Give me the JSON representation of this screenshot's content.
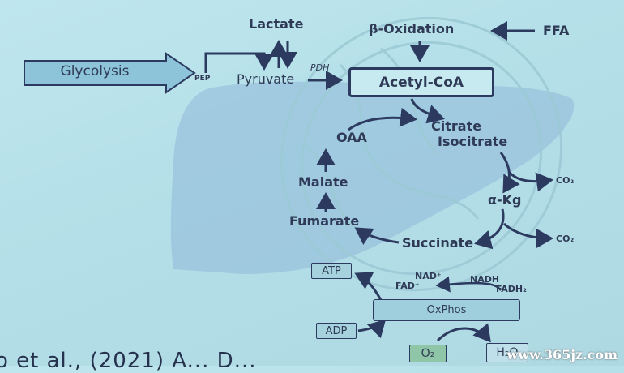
{
  "labels": {
    "glycolysis": "Glycolysis",
    "pep": "PEP",
    "pyruvate": "Pyruvate",
    "lactate": "Lactate",
    "pdh": "PDH",
    "beta_oxidation": "β-Oxidation",
    "ffa": "FFA",
    "acetyl_coa": "Acetyl-CoA",
    "citrate": "Citrate",
    "isocitrate": "Isocitrate",
    "co2_1": "CO₂",
    "alpha_kg": "α-Kg",
    "co2_2": "CO₂",
    "succinate": "Succinate",
    "fumarate": "Fumarate",
    "malate": "Malate",
    "oaa": "OAA",
    "nad_plus": "NAD⁺",
    "fad_plus": "FAD⁺",
    "nadh": "NADH",
    "fadh2": "FADH₂",
    "oxphos": "OxPhos",
    "atp": "ATP",
    "adp": "ADP",
    "o2": "O₂",
    "h2o": "H₂O"
  },
  "citation": "o et al., (2021) A... D...",
  "watermark": "www.365jz.com",
  "colors": {
    "arrow": "#2c3a60",
    "liver": "#8fb8d8",
    "mito_outline": "#9ccad6",
    "glyco_fill": "#8dc4da"
  }
}
